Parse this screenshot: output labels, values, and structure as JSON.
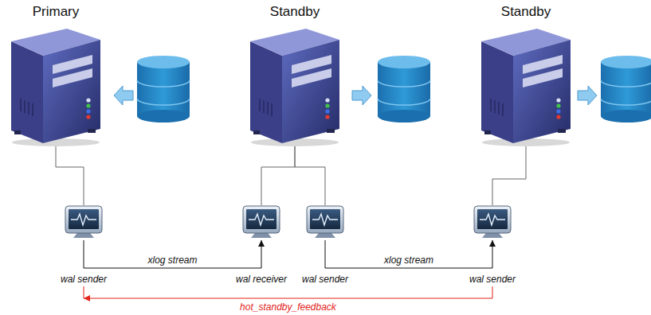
{
  "diagram": {
    "nodes": [
      {
        "text": [
          "Primary"
        ]
      },
      {
        "text": [
          "Standby"
        ]
      },
      {
        "text": [
          "Standby"
        ]
      },
      {
        "text": [
          "wal sender"
        ]
      },
      {
        "text": [
          "wal receiver"
        ]
      },
      {
        "text": [
          "wal sender"
        ]
      },
      {
        "text": [
          "wal sender"
        ]
      }
    ],
    "edges": [
      {
        "from": 0,
        "to": 3,
        "arrow": "none"
      },
      {
        "from": 1,
        "to": 4,
        "arrow": "none"
      },
      {
        "from": 1,
        "to": 5,
        "arrow": "none"
      },
      {
        "from": 2,
        "to": 6,
        "arrow": "none"
      },
      {
        "from": 3,
        "to": 4,
        "label": "xlog stream",
        "arrow": "to"
      },
      {
        "from": 5,
        "to": 6,
        "label": "xlog stream",
        "arrow": "to"
      },
      {
        "from": 6,
        "to": 3,
        "label": "hot_standby_feedback",
        "arrow": "to"
      }
    ]
  }
}
